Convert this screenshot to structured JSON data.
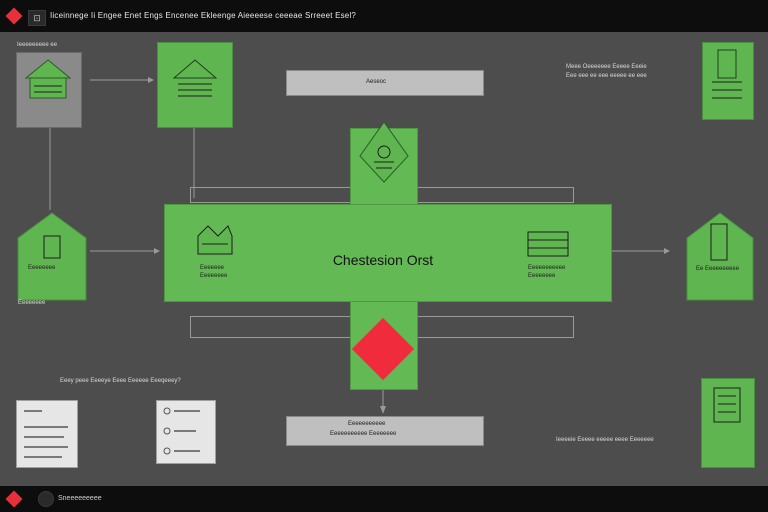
{
  "window": {
    "title": "Iiceinnege Ii Engee Enet Engs Encenee Ekleenge Aieeeese ceeeae Srreeet Esel?",
    "toolbar_button": "⊡",
    "bottom_label": "Sneeeeeeeee"
  },
  "diagram": {
    "center_title": "Chestesion Orst",
    "top_bar_label": "Aeseoc",
    "top_right_caption": [
      "Meee Oeeeeeee Eeeee Eeeie",
      "Eee eee ee eee eeeee ee eee"
    ],
    "left_caption": "Eeeeeeee",
    "middle_left_caption": "Eeey peee Eeeeye Eeee Eeeeee Eeeqeeey?",
    "bottom_right_caption": "Ieeeeie Eeeee eeeee eeee Eeeeeee",
    "top_left_box_label": "Ieeeeeeeee ee",
    "center_left_labels": [
      "Eeeeeee",
      "Eeeeeeee"
    ],
    "center_right_labels": [
      "Eeeeeeeeeee",
      "Eeeeeeee"
    ],
    "bottom_bar_labels": [
      "Eeeeeeeeeee",
      "Eeeeeeeeeee Eeeeeeee"
    ],
    "right_house_label": "Ee Eeeeeeeeee",
    "left_house_label": "Eeeeeeee"
  },
  "colors": {
    "accent_red": "#f02c3c",
    "node_green": "#5fb650",
    "background": "#4d4d4d"
  }
}
